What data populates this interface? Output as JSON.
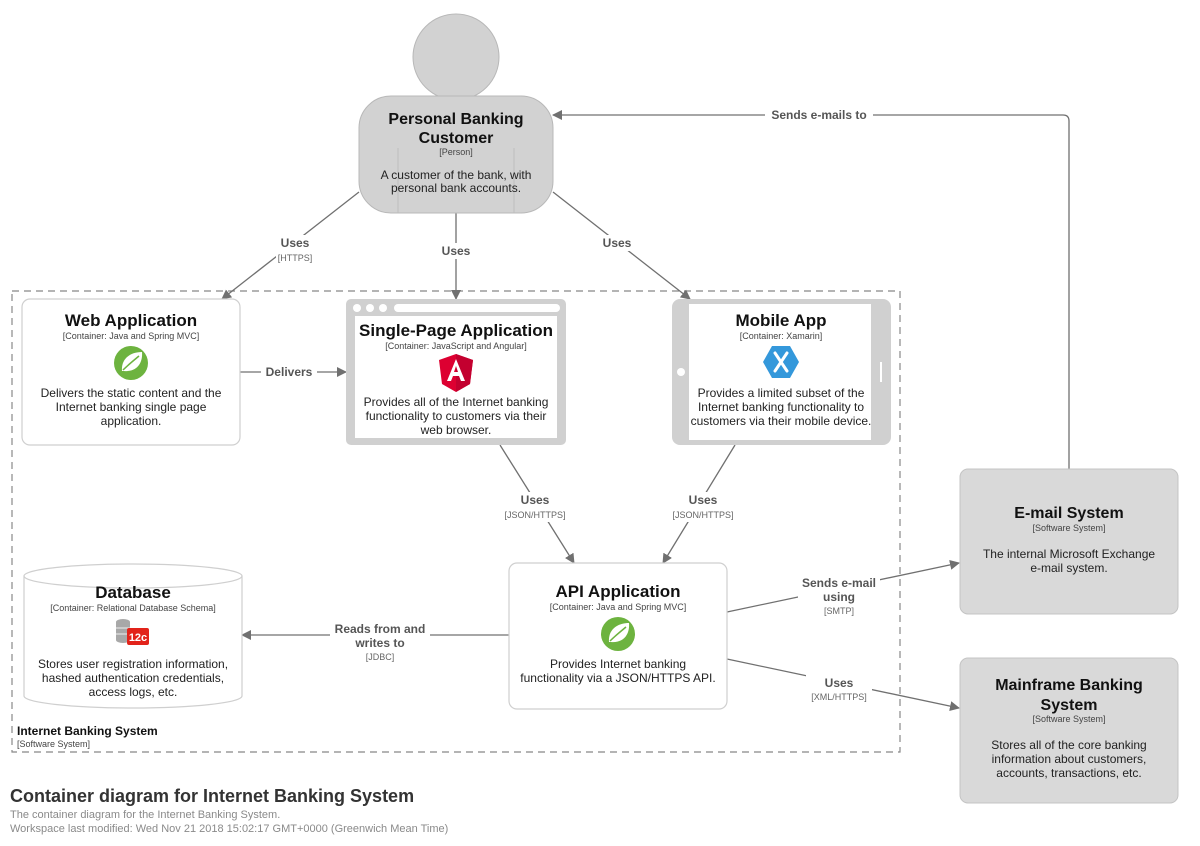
{
  "colors": {
    "person": "#d2d2d2",
    "external_system": "#d9d9d9",
    "container": "#ffffff",
    "edge": "#707070",
    "spring": "#6db33f",
    "angular": "#dd0031",
    "xamarin": "#3498db",
    "oracle": "#e2231a"
  },
  "icons": {
    "web_app": "spring-leaf-icon",
    "spa": "angular-shield-icon",
    "mobile": "xamarin-x-icon",
    "database": "oracle-12c-icon",
    "api": "spring-leaf-icon"
  },
  "nodes": {
    "customer": {
      "title1": "Personal Banking",
      "title2": "Customer",
      "type": "[Person]",
      "desc1": "A customer of the bank, with",
      "desc2": "personal bank accounts."
    },
    "web_app": {
      "title": "Web Application",
      "type": "[Container: Java and Spring MVC]",
      "desc1": "Delivers the static content and the",
      "desc2": "Internet banking single page",
      "desc3": "application."
    },
    "spa": {
      "title": "Single-Page Application",
      "type": "[Container: JavaScript and Angular]",
      "desc1": "Provides all of the Internet banking",
      "desc2": "functionality to customers via their",
      "desc3": "web browser."
    },
    "mobile": {
      "title": "Mobile App",
      "type": "[Container: Xamarin]",
      "desc1": "Provides a limited subset of the",
      "desc2": "Internet banking functionality to",
      "desc3": "customers via their mobile device."
    },
    "database": {
      "title": "Database",
      "type": "[Container: Relational Database Schema]",
      "desc1": "Stores user registration information,",
      "desc2": "hashed authentication credentials,",
      "desc3": "access logs, etc."
    },
    "api": {
      "title": "API Application",
      "type": "[Container: Java and Spring MVC]",
      "desc1": "Provides Internet banking",
      "desc2": "functionality via a JSON/HTTPS API."
    },
    "email": {
      "title": "E-mail System",
      "type": "[Software System]",
      "desc1": "The internal Microsoft Exchange",
      "desc2": "e-mail system."
    },
    "mainframe": {
      "title1": "Mainframe Banking",
      "title2": "System",
      "type": "[Software System]",
      "desc1": "Stores all of the core banking",
      "desc2": "information about customers,",
      "desc3": "accounts, transactions, etc."
    }
  },
  "boundary": {
    "name": "Internet Banking System",
    "type": "[Software System]"
  },
  "edges": {
    "customer_web": {
      "label": "Uses",
      "tech": "[HTTPS]"
    },
    "customer_spa": {
      "label": "Uses"
    },
    "customer_mobile": {
      "label": "Uses"
    },
    "web_spa": {
      "label": "Delivers"
    },
    "spa_api": {
      "label": "Uses",
      "tech": "[JSON/HTTPS]"
    },
    "mobile_api": {
      "label": "Uses",
      "tech": "[JSON/HTTPS]"
    },
    "api_db": {
      "label1": "Reads from and",
      "label2": "writes to",
      "tech": "[JDBC]"
    },
    "api_email": {
      "label1": "Sends e-mail",
      "label2": "using",
      "tech": "[SMTP]"
    },
    "api_mainframe": {
      "label": "Uses",
      "tech": "[XML/HTTPS]"
    },
    "email_customer": {
      "label": "Sends e-mails to"
    }
  },
  "oracle_badge": "12c",
  "footer": {
    "title": "Container diagram for Internet Banking System",
    "description": "The container diagram for the Internet Banking System.",
    "modified": "Workspace last modified: Wed Nov 21 2018 15:02:17 GMT+0000 (Greenwich Mean Time)"
  }
}
